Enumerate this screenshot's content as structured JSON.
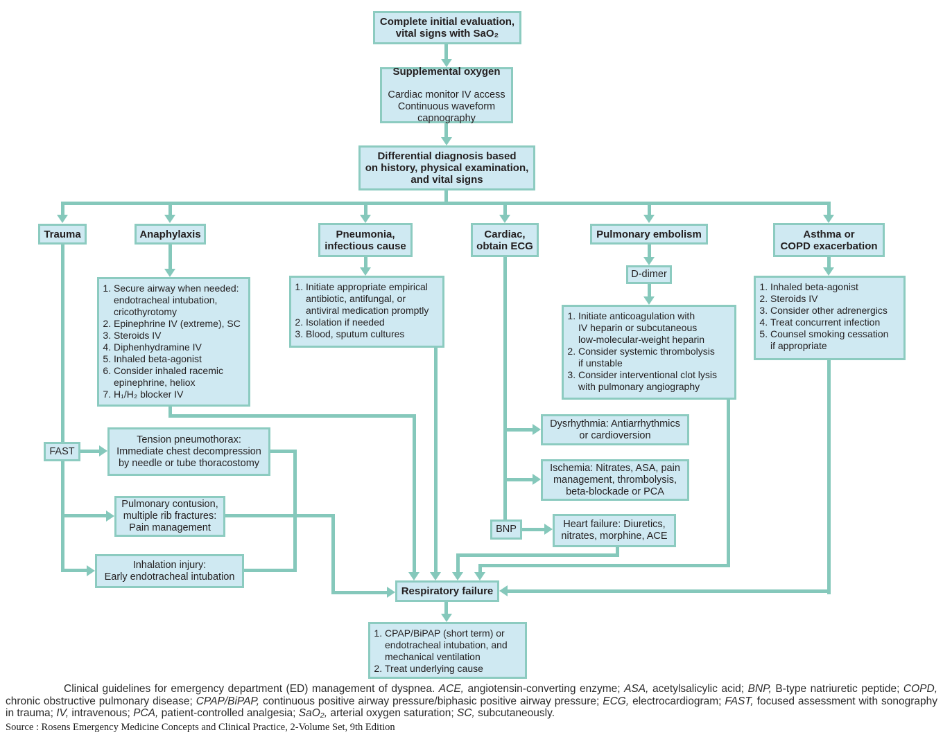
{
  "colors": {
    "box_fill": "#cfe9f2",
    "box_border": "#8ccbc0",
    "connector": "#85c8bb",
    "text": "#231f20"
  },
  "flow": {
    "initial": "Complete initial evaluation,\nvital signs with SaO₂",
    "supplemental": {
      "title": "Supplemental oxygen",
      "body": "Cardiac monitor IV access\nContinuous waveform\ncapnography"
    },
    "differential": "Differential diagnosis based\non history, physical examination,\nand vital signs",
    "trauma": {
      "label": "Trauma",
      "fast": "FAST",
      "tension": "Tension pneumothorax:\nImmediate chest decompression\nby needle or tube thoracostomy",
      "contusion": "Pulmonary contusion,\nmultiple rib fractures:\nPain management",
      "inhalation": "Inhalation injury:\nEarly endotracheal intubation"
    },
    "anaphylaxis": {
      "label": "Anaphylaxis",
      "steps": [
        "Secure airway when needed:\nendotracheal intubation,\ncricothyrotomy",
        "Epinephrine IV (extreme), SC",
        "Steroids IV",
        "Diphenhydramine IV",
        "Inhaled beta-agonist",
        "Consider inhaled racemic\nepinephrine, heliox",
        "H₁/H₂ blocker IV"
      ]
    },
    "pneumonia": {
      "label": "Pneumonia,\ninfectious cause",
      "steps": [
        "Initiate appropriate empirical\nantibiotic, antifungal, or\nantiviral medication promptly",
        "Isolation if needed",
        "Blood, sputum cultures"
      ]
    },
    "cardiac": {
      "label": "Cardiac,\nobtain ECG",
      "dysrhythmia": "Dysrhythmia: Antiarrhythmics\nor cardioversion",
      "ischemia": "Ischemia: Nitrates, ASA, pain\nmanagement, thrombolysis,\nbeta-blockade or PCA",
      "bnp": "BNP",
      "heart_failure": "Heart failure: Diuretics,\nnitrates, morphine, ACE"
    },
    "pulmonary_embolism": {
      "label": "Pulmonary embolism",
      "d_dimer": "D-dimer",
      "steps": [
        "Initiate anticoagulation with\nIV heparin or subcutaneous\nlow-molecular-weight heparin",
        "Consider systemic thrombolysis\nif unstable",
        "Consider interventional clot lysis\nwith pulmonary angiography"
      ]
    },
    "asthma": {
      "label": "Asthma or\nCOPD exacerbation",
      "steps": [
        "Inhaled beta-agonist",
        "Steroids IV",
        "Consider other adrenergics",
        "Treat concurrent infection",
        "Counsel smoking cessation\nif appropriate"
      ]
    },
    "respiratory_failure": {
      "label": "Respiratory failure",
      "steps": [
        "CPAP/BiPAP (short term) or\nendotracheal intubation, and\nmechanical ventilation",
        "Treat underlying cause"
      ]
    }
  },
  "caption": {
    "segments": [
      {
        "t": "Clinical guidelines for emergency department (ED) management of dyspnea. "
      },
      {
        "t": "ACE,",
        "i": true
      },
      {
        "t": " angiotensin-converting enzyme; "
      },
      {
        "t": "ASA,",
        "i": true
      },
      {
        "t": " acetylsalicylic acid; "
      },
      {
        "t": "BNP,",
        "i": true
      },
      {
        "t": " B-type natriuretic peptide; "
      },
      {
        "t": "COPD,",
        "i": true
      },
      {
        "t": " chronic obstructive pulmonary disease; "
      },
      {
        "t": "CPAP/BiPAP,",
        "i": true
      },
      {
        "t": " continuous positive airway pressure/biphasic positive airway pressure; "
      },
      {
        "t": "ECG,",
        "i": true
      },
      {
        "t": " electrocardiogram; "
      },
      {
        "t": "FAST,",
        "i": true
      },
      {
        "t": " focused assessment with sonography in trauma; "
      },
      {
        "t": "IV,",
        "i": true
      },
      {
        "t": " intravenous; "
      },
      {
        "t": "PCA,",
        "i": true
      },
      {
        "t": " patient-controlled analgesia; "
      },
      {
        "t": "SaO₂,",
        "i": true
      },
      {
        "t": " arterial oxygen saturation; "
      },
      {
        "t": "SC,",
        "i": true
      },
      {
        "t": " subcutaneously."
      }
    ],
    "source": "Source : Rosens Emergency Medicine Concepts and Clinical Practice, 2-Volume Set, 9th Edition"
  }
}
